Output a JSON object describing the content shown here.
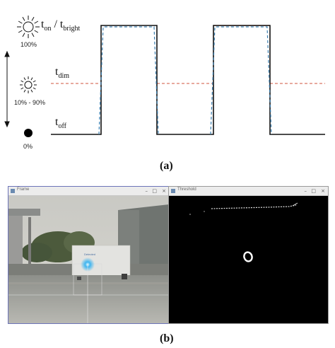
{
  "panel_a": {
    "caption": "(a)",
    "levels": {
      "on": {
        "main": "t",
        "sub": "on",
        "sep": " / ",
        "main2": "t",
        "sub2": "bright",
        "percent": "100%"
      },
      "dim": {
        "main": "t",
        "sub": "dim",
        "percent": "10% - 90%"
      },
      "off": {
        "main": "t",
        "sub": "off",
        "percent": "0%"
      }
    },
    "icons": {
      "bright": "sun-bright-icon",
      "dim": "sun-dim-icon",
      "off": "filled-circle-icon",
      "range": "double-arrow-icon"
    },
    "colors": {
      "signal": "#111111",
      "dim_line": "#d0563e",
      "sensor_trace": "#3b7fb0"
    }
  },
  "panel_b": {
    "caption": "(b)",
    "left_window": {
      "title": "Frame",
      "controls": [
        "–",
        "□",
        "×"
      ]
    },
    "right_window": {
      "title": "Threshold",
      "controls": [
        "–",
        "□",
        "×"
      ]
    },
    "detection_label": "Detected"
  }
}
